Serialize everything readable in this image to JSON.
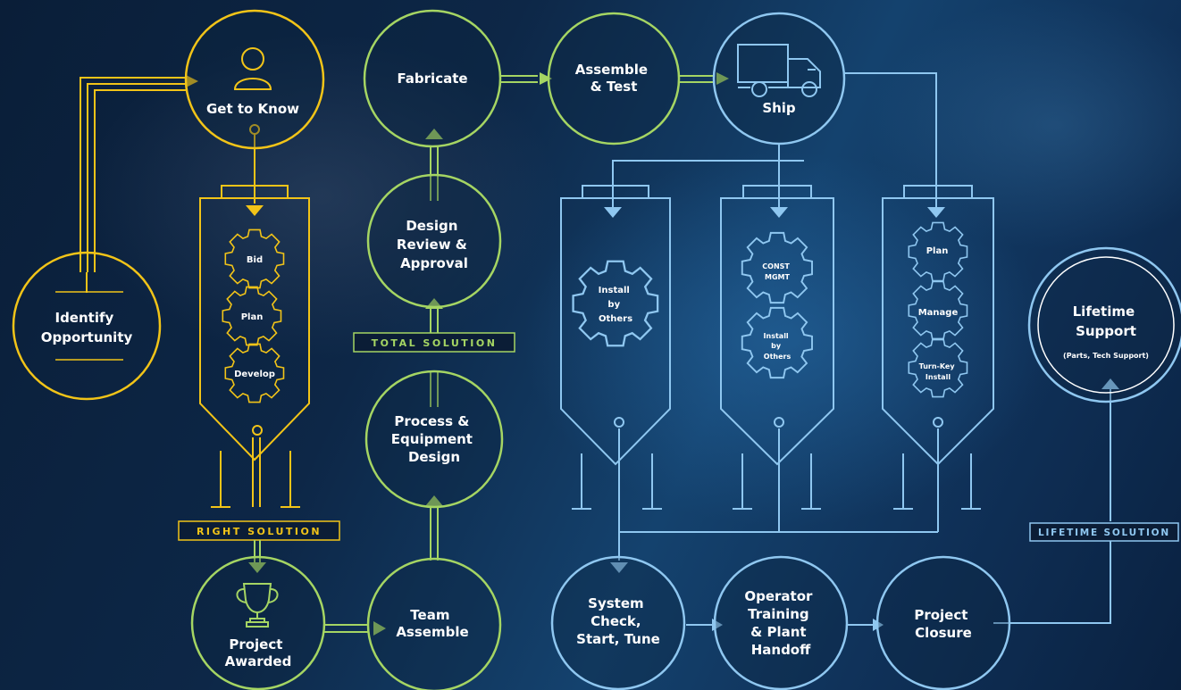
{
  "colors": {
    "yellow": "#f2c418",
    "green": "#a5d563",
    "blue": "#8fc7f0",
    "text": "#ffffff"
  },
  "stages": {
    "identify": "Identify Opportunity",
    "get_to_know": "Get to Know",
    "bid": "Bid",
    "plan": "Plan",
    "develop": "Develop",
    "project_awarded": "Project Awarded",
    "team_assemble": "Team Assemble",
    "process_design": "Process & Equipment Design",
    "design_review": "Design Review & Approval",
    "fabricate": "Fabricate",
    "assemble_test": "Assemble & Test",
    "ship": "Ship",
    "install_by_others_1": "Install by Others",
    "const_mgmt": "CONST MGMT",
    "install_by_others_2": "Install by Others",
    "plan2": "Plan",
    "manage": "Manage",
    "turnkey": "Turn-Key Install",
    "system_check": "System Check, Start, Tune",
    "operator_training": "Operator Training & Plant Handoff",
    "project_closure": "Project Closure",
    "lifetime_support": "Lifetime Support",
    "lifetime_support_sub": "(Parts, Tech Support)"
  },
  "banners": {
    "right_solution": "RIGHT SOLUTION",
    "total_solution": "TOTAL SOLUTION",
    "lifetime_solution": "LIFETIME SOLUTION"
  },
  "icons": [
    "person-icon",
    "trophy-icon",
    "truck-icon",
    "gear-icon"
  ]
}
